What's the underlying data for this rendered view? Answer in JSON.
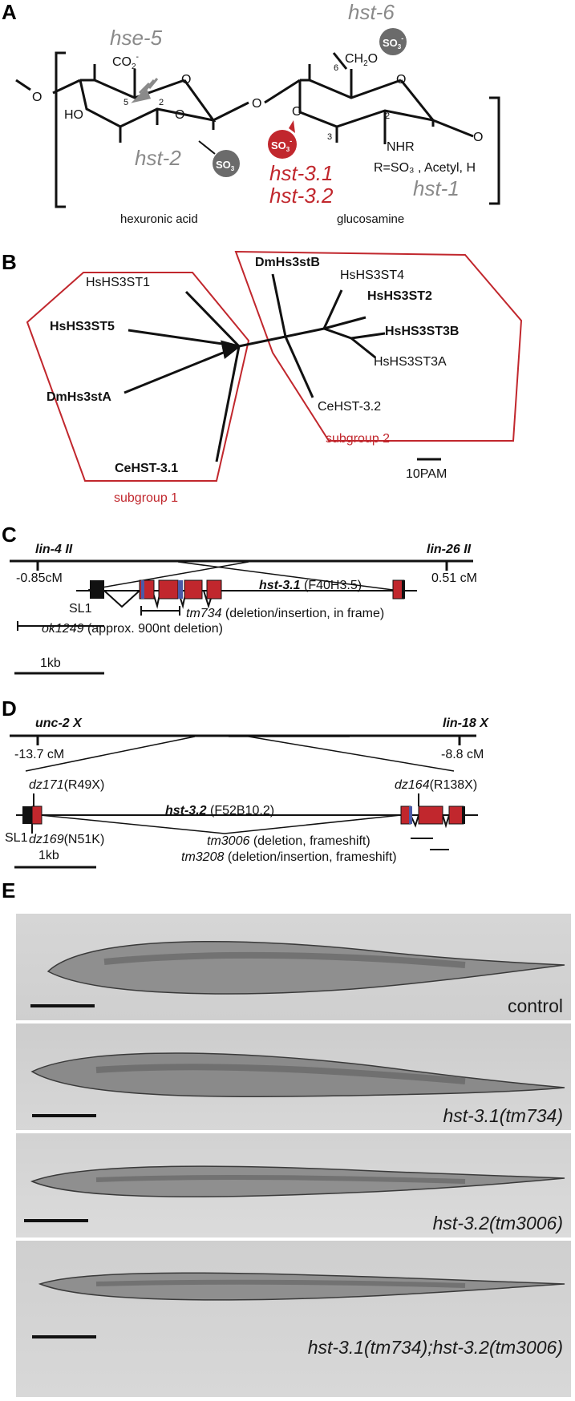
{
  "panel_letters": {
    "a": "A",
    "b": "B",
    "c": "C",
    "d": "D",
    "e": "E"
  },
  "panelA": {
    "enzymes": {
      "hse5": "hse-5",
      "hst6": "hst-6",
      "hst2": "hst-2",
      "hst31": "hst-3.1",
      "hst32": "hst-3.2",
      "hst1": "hst-1"
    },
    "carboxyl": "CO",
    "carboxyl_sub": "2",
    "carboxyl_sup": "-",
    "ch2o": "CH",
    "ch2o_sub": "2",
    "ch2o_o": "O",
    "so3": "SO",
    "so3_sub": "3",
    "so3_sup": "-",
    "ho": "HO",
    "o": "O",
    "nhr": "NHR",
    "r_def": "R=SO₃ , Acetyl, H",
    "num2": "2",
    "num3": "3",
    "num5": "5",
    "num6": "6",
    "hexuronic": "hexuronic acid",
    "glucosamine": "glucosamine",
    "colors": {
      "gray": "#7f7f7f",
      "red": "#c1272d"
    }
  },
  "panelB": {
    "subgroup1": "subgroup 1",
    "subgroup2": "subgroup 2",
    "taxa": {
      "hs3st1": "HsHS3ST1",
      "hs3st5": "HsHS3ST5",
      "dmA": "DmHs3stA",
      "ce31": "CeHST-3.1",
      "dmB": "DmHs3stB",
      "hs3st4": "HsHS3ST4",
      "hs3st2": "HsHS3ST2",
      "hs3st3b": "HsHS3ST3B",
      "hs3st3a": "HsHS3ST3A",
      "ce32": "CeHST-3.2"
    },
    "scale": "10PAM",
    "colors": {
      "outline": "#c1272d"
    }
  },
  "panelC": {
    "left_marker": "lin-4 II",
    "right_marker": "lin-26 II",
    "left_pos": "-0.85cM",
    "right_pos": "0.51 cM",
    "sl1": "SL1",
    "gene": "hst-3.1",
    "gene_id": "(F40H3.5)",
    "allele1": "tm734",
    "allele1_desc": "(deletion/insertion, in frame)",
    "allele2": "ok1249",
    "allele2_desc": "(approx. 900nt deletion)",
    "scale": "1kb"
  },
  "panelD": {
    "left_marker": "unc-2 X",
    "right_marker": "lin-18 X",
    "left_pos": "-13.7 cM",
    "right_pos": "-8.8 cM",
    "dz171": "dz171",
    "dz171_desc": "(R49X)",
    "dz164": "dz164",
    "dz164_desc": "(R138X)",
    "dz169": "dz169",
    "dz169_desc": "(N51K)",
    "sl1": "SL1",
    "gene": "hst-3.2",
    "gene_id": "(F52B10.2)",
    "tm3006": "tm3006",
    "tm3006_desc": "(deletion, frameshift)",
    "tm3208": "tm3208",
    "tm3208_desc": "(deletion/insertion, frameshift)",
    "scale": "1kb"
  },
  "panelE": {
    "labels": [
      "control",
      "hst-3.1(tm734)",
      "hst-3.2(tm3006)",
      "hst-3.1(tm734);hst-3.2(tm3006)"
    ]
  }
}
